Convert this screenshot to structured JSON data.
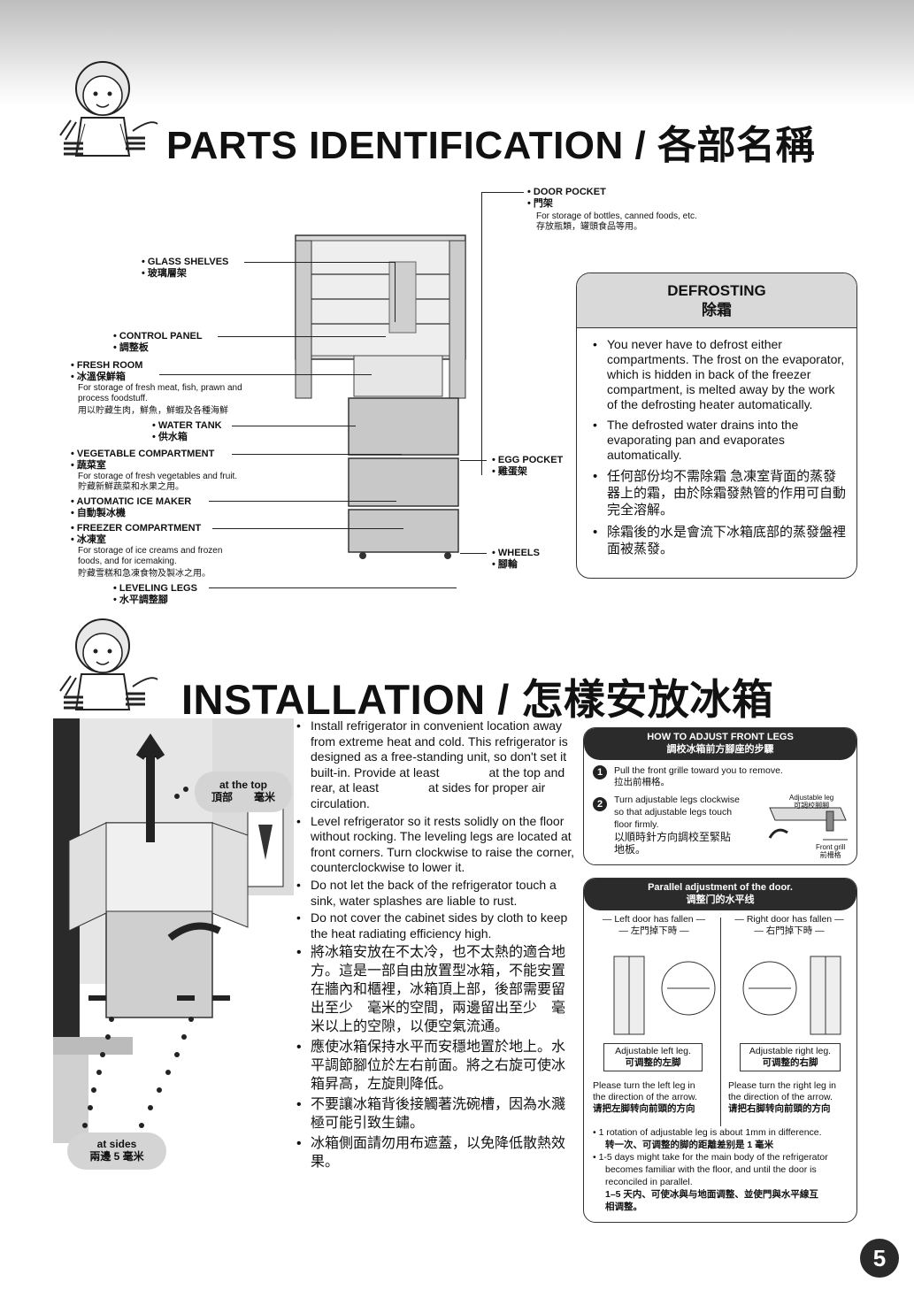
{
  "header": {
    "title_parts": "PARTS IDENTIFICATION / 各部名稱",
    "title_install": "INSTALLATION / 怎樣安放冰箱"
  },
  "parts": {
    "door_pocket_en": "• DOOR POCKET",
    "door_pocket_zh": "• 門架",
    "door_pocket_desc_en": "For storage of bottles, canned foods, etc.",
    "door_pocket_desc_zh": "存放瓶類，罐頭食品等用。",
    "glass_shelves_en": "• GLASS SHELVES",
    "glass_shelves_zh": "• 玻璃層架",
    "control_panel_en": "• CONTROL PANEL",
    "control_panel_zh": "• 調整板",
    "fresh_room_en": "• FRESH ROOM",
    "fresh_room_zh": "• 冰溫保鮮箱",
    "fresh_room_desc_en1": "For storage of fresh meat, fish, prawn and",
    "fresh_room_desc_en2": "process foodstuff.",
    "fresh_room_desc_zh": "用以貯藏生肉，鮮魚，鮮蝦及各種海鮮",
    "water_tank_en": "• WATER TANK",
    "water_tank_zh": "• 供水箱",
    "vegetable_en": "• VEGETABLE COMPARTMENT",
    "vegetable_zh": "• 蔬菜室",
    "vegetable_desc_en": "For storage of fresh vegetables and fruit.",
    "vegetable_desc_zh": "貯藏新鮮蔬菜和水果之用。",
    "ice_maker_en": "• AUTOMATIC ICE MAKER",
    "ice_maker_zh": "• 自動製冰機",
    "freezer_en": "• FREEZER COMPARTMENT",
    "freezer_zh": "• 冰凍室",
    "freezer_desc_en1": "For storage of ice creams and frozen",
    "freezer_desc_en2": "foods, and for icemaking.",
    "freezer_desc_zh": "貯藏雪糕和急凍食物及製冰之用。",
    "leveling_en": "• LEVELING LEGS",
    "leveling_zh": "• 水平調整腳",
    "egg_pocket_en": "• EGG POCKET",
    "egg_pocket_zh": "• 雞蛋架",
    "wheels_en": "• WHEELS",
    "wheels_zh": "• 腳輪"
  },
  "defrost": {
    "title_en": "DEFROSTING",
    "title_zh": "除霜",
    "items": [
      "You never have to defrost either compartments. The frost on the evaporator, which is hidden in back of the freezer compartment, is melted away by the work of the defrosting heater automatically.",
      "The defrosted water drains into the evaporating pan and evaporates automatically.",
      "任何部份均不需除霜 急凍室背面的蒸發器上的霜，由於除霜發熱管的作用可自動完全溶解。",
      "除霜後的水是會流下冰箱底部的蒸發盤裡面被蒸發。"
    ]
  },
  "install": {
    "bubble_top_en": "at the top",
    "bubble_top_zh": "頂部　　毫米",
    "bubble_sides_en": "at sides",
    "bubble_sides_zh": "兩邊 5 毫米",
    "items": [
      "Install refrigerator in convenient location away from extreme heat and cold. This refrigerator is designed as a free-standing unit, so don't set it built-in. Provide at least　　　　at the top and rear, at least　　　　at sides for proper air circulation.",
      "Level refrigerator so it rests solidly on the floor without rocking. The leveling legs are located at front corners. Turn clockwise to raise the corner, counterclockwise to lower it.",
      "Do not let the back of the refrigerator touch a sink, water splashes are liable to rust.",
      "Do not cover the cabinet sides by cloth to keep the heat radiating efficiency high.",
      "將冰箱安放在不太冷，也不太熱的適合地方。這是一部自由放置型冰箱，不能安置在牆內和櫃裡，冰箱頂上部，後部需要留出至少　毫米的空間，兩邊留出至少　毫米以上的空隙，以便空氣流通。",
      "應使冰箱保持水平而安穩地置於地上。水平調節腳位於左右前面。將之右旋可使冰箱昇高，左旋則降低。",
      "不要讓冰箱背後接觸著洗碗槽，因為水濺極可能引致生鏽。",
      "冰箱側面請勿用布遮蓋，以免降低散熱效果。"
    ]
  },
  "front_legs": {
    "title_en": "HOW TO ADJUST FRONT LEGS",
    "title_zh": "調校冰箱前方腳座的步驟",
    "step1_num": "1",
    "step1_en": "Pull the front grille toward you to remove.",
    "step1_zh": "拉出前柵格。",
    "step2_num": "2",
    "step2_en1": "Turn adjustable legs clockwise",
    "step2_en2": "so that adjustable legs touch",
    "step2_en3": "floor firmly.",
    "step2_zh1": "以順時針方向調校至緊貼",
    "step2_zh2": "地板。",
    "adj_leg_en": "Adjustable leg",
    "adj_leg_zh": "可調校腳腳",
    "front_grill_en": "Front grill",
    "front_grill_zh": "前柵格"
  },
  "parallel": {
    "title_en": "Parallel adjustment of the door.",
    "title_zh": "调整门的水平线",
    "left_fallen_en": "— Left door has fallen —",
    "left_fallen_zh": "— 左門掉下時 —",
    "right_fallen_en": "— Right door has fallen —",
    "right_fallen_zh": "— 右門掉下時 —",
    "adj_left_en": "Adjustable left leg.",
    "adj_left_zh": "可调整的左脚",
    "adj_right_en": "Adjustable right leg.",
    "adj_right_zh": "可调整的右脚",
    "turn_left_en1": "Please turn the left leg in",
    "turn_left_en2": "the direction of the arrow.",
    "turn_left_zh": "请把左脚转向前頭的方向",
    "turn_right_en1": "Please turn the right leg in",
    "turn_right_en2": "the direction of the arrow.",
    "turn_right_zh": "请把右脚转向前頭的方向",
    "note1_en": "1 rotation of adjustable leg is about 1mm in difference.",
    "note1_zh": "转一次、可调整的脚的距離差别是 1 毫米",
    "note2_en1": "1-5 days might take for the main body of the refrigerator",
    "note2_en2": "becomes familiar with the floor, and until the door is",
    "note2_en3": "reconciled in parallel.",
    "note2_zh1": "1–5 天内、可使冰與与地面调整、並使門與水平線互",
    "note2_zh2": "相调整。"
  },
  "page": {
    "number": "5"
  }
}
